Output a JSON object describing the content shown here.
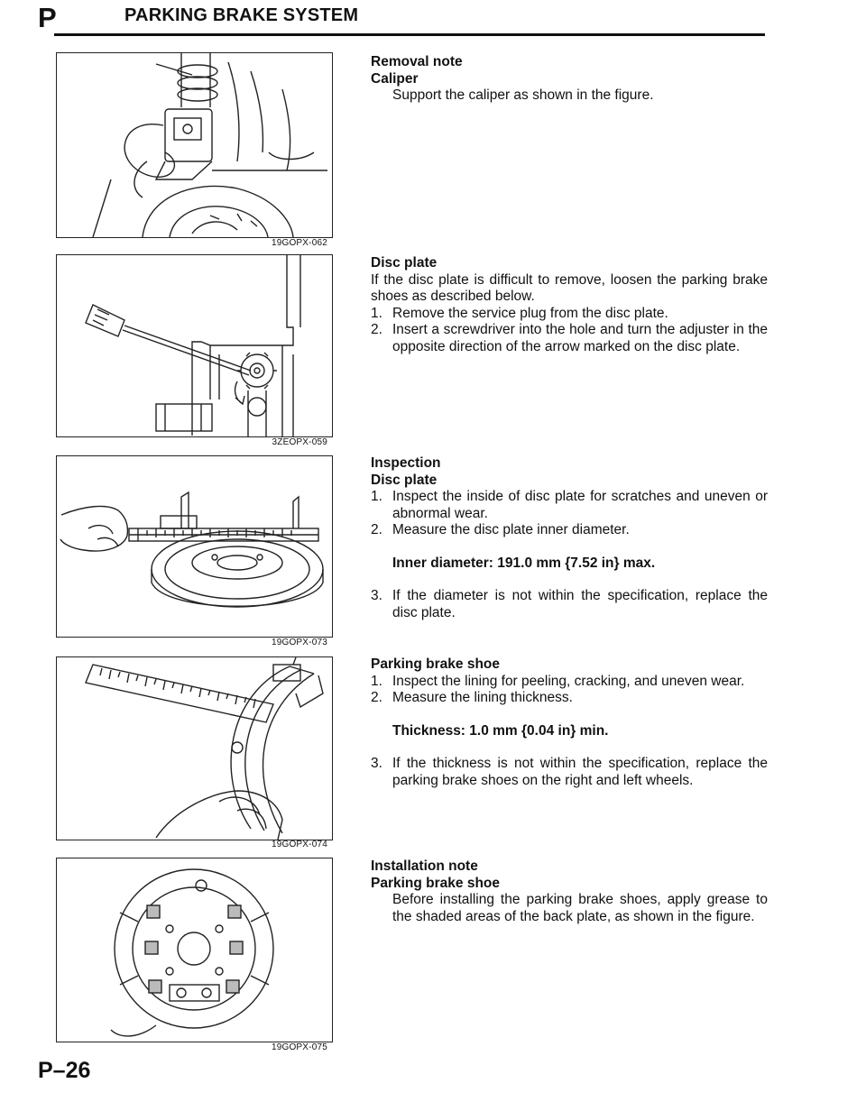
{
  "header": {
    "section_letter": "P",
    "title": "PARKING BRAKE SYSTEM"
  },
  "figures": [
    {
      "code": "19GOPX-062"
    },
    {
      "code": "3ZEOPX-059"
    },
    {
      "code": "19GOPX-073"
    },
    {
      "code": "19GOPX-074"
    },
    {
      "code": "19GOPX-075"
    }
  ],
  "sections": {
    "removal": {
      "heading": "Removal note",
      "subheading": "Caliper",
      "text": "Support the caliper as shown in the figure."
    },
    "disc_plate_removal": {
      "heading": "Disc plate",
      "text": "If the disc plate is difficult to remove, loosen the parking brake shoes as described below.",
      "steps": [
        {
          "num": "1.",
          "text": "Remove the service plug from the disc plate."
        },
        {
          "num": "2.",
          "text": "Insert a screwdriver into the hole and turn the adjuster in the opposite direction of the arrow marked on the disc plate."
        }
      ]
    },
    "inspection": {
      "heading": "Inspection",
      "subheading": "Disc plate",
      "steps": [
        {
          "num": "1.",
          "text": "Inspect the inside of disc plate for scratches and uneven or abnormal wear."
        },
        {
          "num": "2.",
          "text": "Measure the disc plate inner diameter."
        },
        {
          "num": "3.",
          "text": "If the diameter is not within the specification, replace the disc plate."
        }
      ],
      "spec": "Inner diameter: 191.0 mm {7.52 in} max."
    },
    "shoe_inspection": {
      "heading": "Parking brake shoe",
      "steps": [
        {
          "num": "1.",
          "text": "Inspect the lining for peeling, cracking, and uneven wear."
        },
        {
          "num": "2.",
          "text": "Measure the lining thickness."
        },
        {
          "num": "3.",
          "text": "If the thickness is not within the specification, replace the parking brake shoes on the right and left wheels."
        }
      ],
      "spec": "Thickness: 1.0 mm {0.04 in} min."
    },
    "installation": {
      "heading": "Installation note",
      "subheading": "Parking brake shoe",
      "text": "Before installing the parking brake shoes, apply grease to the shaded areas of the back plate, as shown in the figure."
    }
  },
  "footer": {
    "page_number": "P–26"
  }
}
